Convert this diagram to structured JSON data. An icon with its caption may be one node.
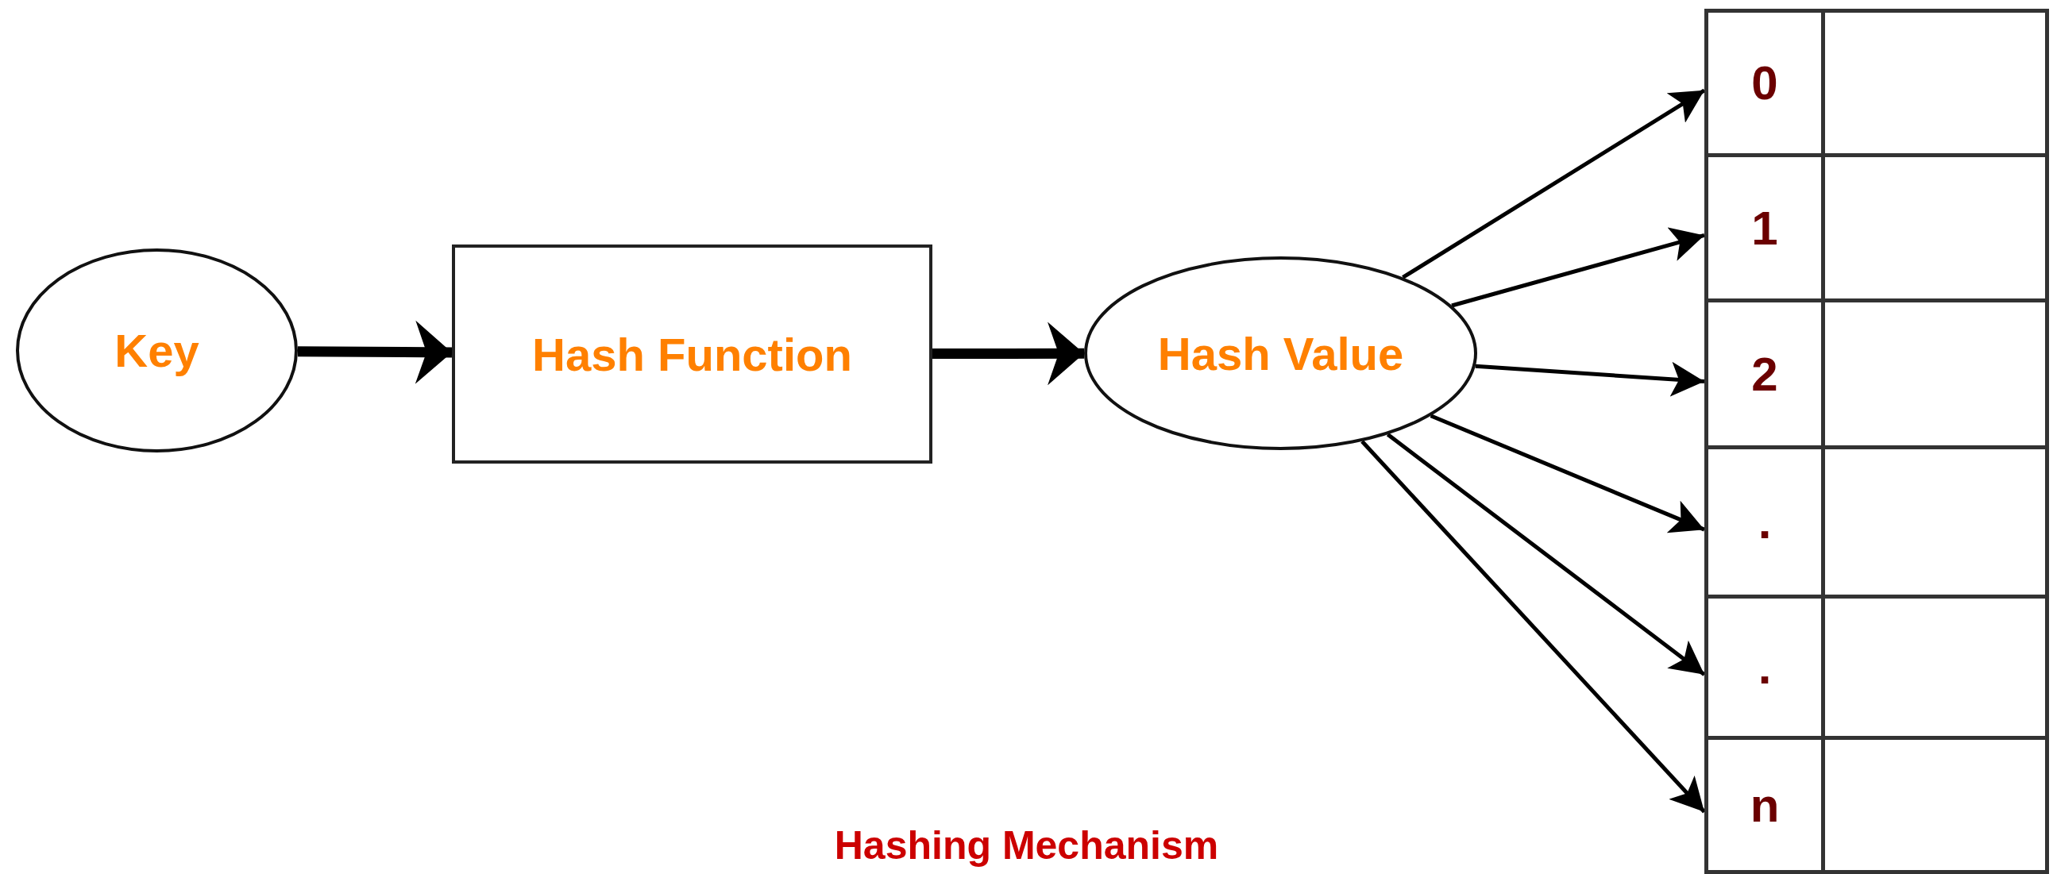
{
  "diagram": {
    "caption": "Hashing Mechanism",
    "nodes": [
      {
        "text": [
          "Key"
        ]
      },
      {
        "text": [
          "Hash Function"
        ]
      },
      {
        "text": [
          "Hash Value"
        ]
      },
      {
        "text": [
          "0"
        ]
      },
      {
        "text": [
          "1"
        ]
      },
      {
        "text": [
          "2"
        ]
      },
      {
        "text": [
          "."
        ]
      },
      {
        "text": [
          "."
        ]
      },
      {
        "text": [
          "n"
        ]
      }
    ],
    "edges": [
      {
        "from": 0,
        "to": 1,
        "arrow": "to",
        "style": "thick"
      },
      {
        "from": 1,
        "to": 2,
        "arrow": "to",
        "style": "thick"
      },
      {
        "from": 2,
        "to": 3,
        "arrow": "to"
      },
      {
        "from": 2,
        "to": 4,
        "arrow": "to"
      },
      {
        "from": 2,
        "to": 5,
        "arrow": "to"
      },
      {
        "from": 2,
        "to": 6,
        "arrow": "to"
      },
      {
        "from": 2,
        "to": 7,
        "arrow": "to"
      },
      {
        "from": 2,
        "to": 8,
        "arrow": "to"
      }
    ]
  }
}
